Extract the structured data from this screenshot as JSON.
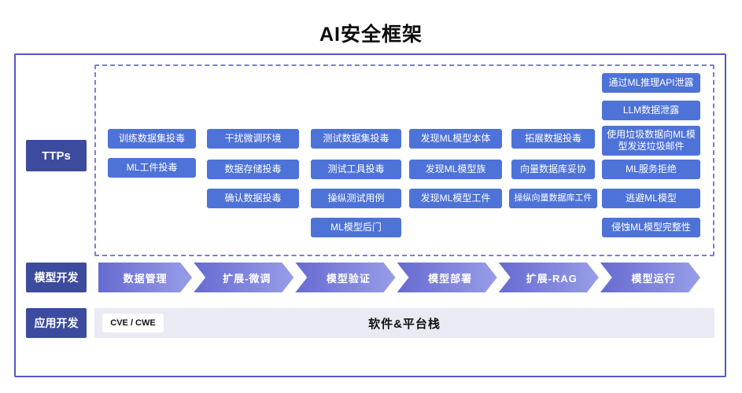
{
  "title": "AI安全框架",
  "rows": {
    "ttps": {
      "label": "TTPs"
    },
    "model_dev": {
      "label": "模型开发"
    },
    "app_dev": {
      "label": "应用开发"
    }
  },
  "ttps": {
    "columns": [
      [
        "训练数据集投毒",
        "ML工件投毒"
      ],
      [
        "干扰微调环境",
        "数据存储投毒",
        "确认数据投毒"
      ],
      [
        "测试数据集投毒",
        "测试工具投毒",
        "操纵测试用例",
        "ML模型后门"
      ],
      [
        "发现ML模型本体",
        "发现ML模型族",
        "发现ML模型工件"
      ],
      [
        "拓展数据投毒",
        "向量数据库妥协",
        "操纵向量数据库工件"
      ],
      [
        "通过ML推理API泄露",
        "LLM数据泄露",
        "使用垃圾数据向ML模型发送垃圾邮件",
        "ML服务拒绝",
        "逃避ML模型",
        "侵蚀ML模型完整性"
      ]
    ]
  },
  "pipeline": [
    "数据管理",
    "扩展-微调",
    "模型验证",
    "模型部署",
    "扩展-RAG",
    "模型运行"
  ],
  "app_layer": {
    "cve": "CVE / CWE",
    "stack": "软件&平台栈"
  },
  "colors": {
    "chip_blue": "#4e73d8",
    "label_navy": "#3d4b9e",
    "arrow_grad_a": "#666bd0",
    "arrow_grad_b": "#989de9",
    "outer_border": "#5457c9",
    "dashed_border": "#787ddb",
    "app_bar_bg": "#e9eaf4"
  }
}
